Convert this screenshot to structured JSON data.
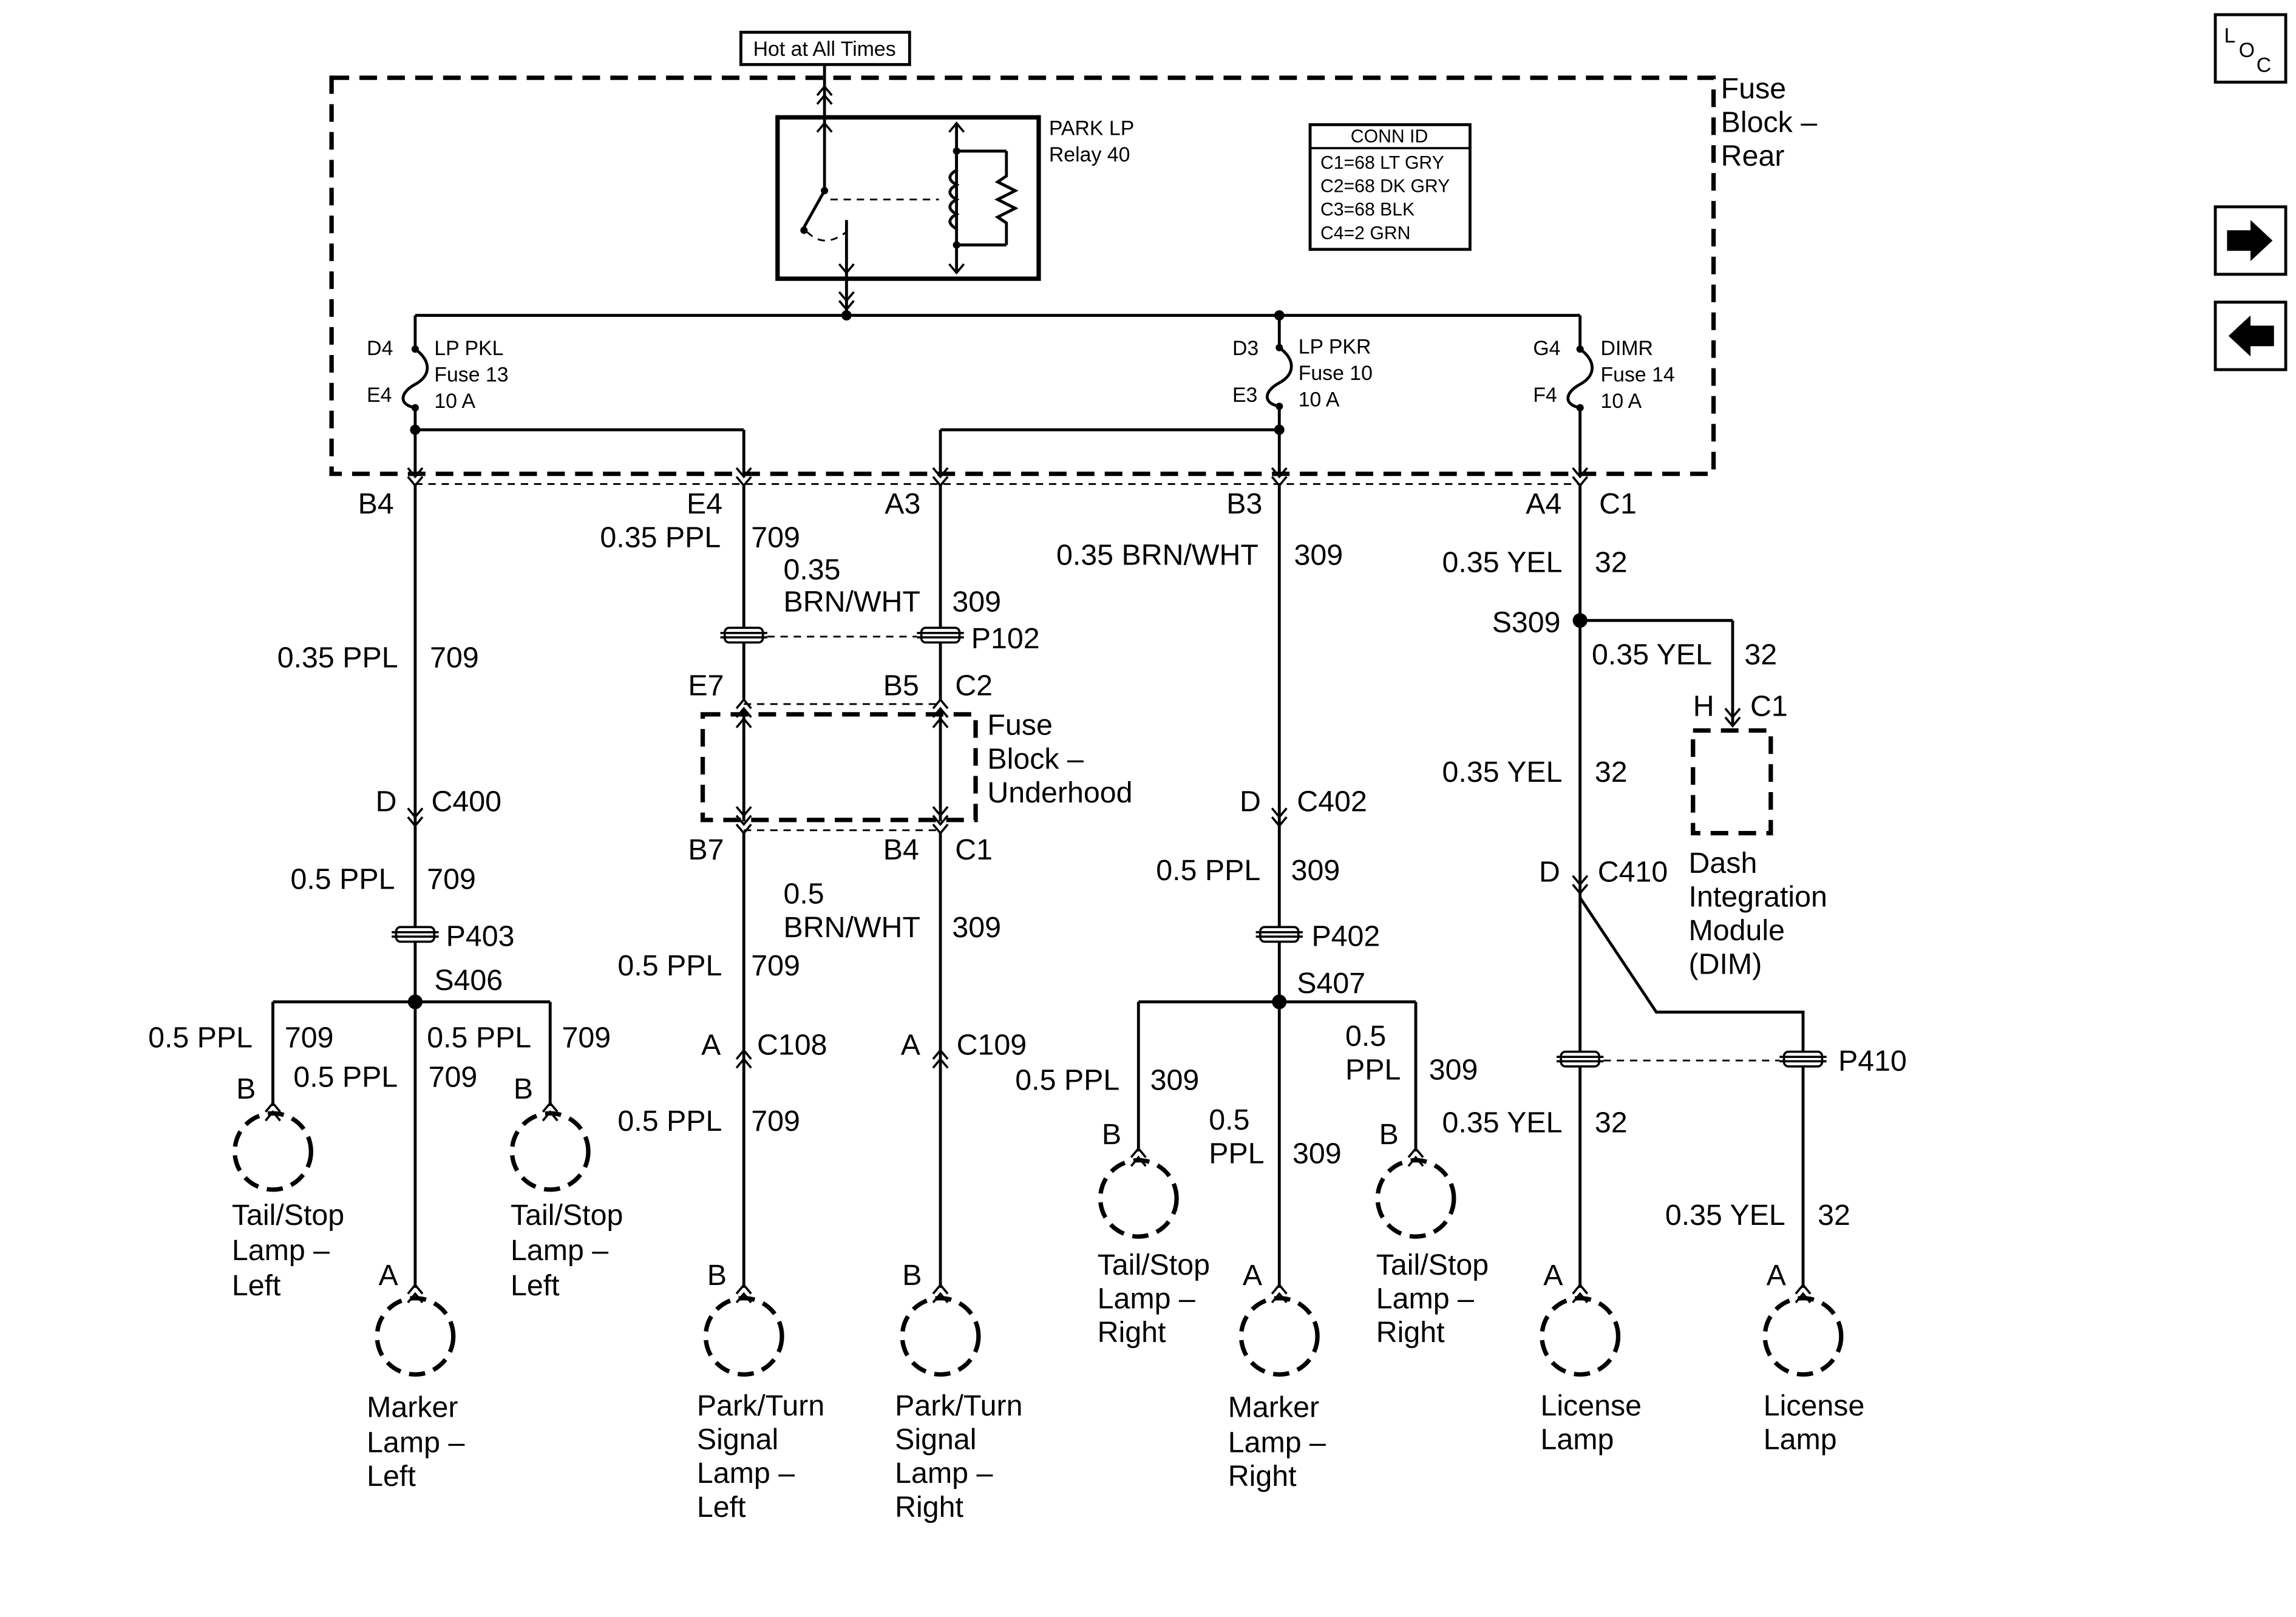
{
  "supply": {
    "label": "Hot at All Times"
  },
  "fuse_block_rear": {
    "lines": [
      "Fuse",
      "Block –",
      "Rear"
    ]
  },
  "relay": {
    "lines": [
      "PARK LP",
      "Relay 40"
    ]
  },
  "conn_id": {
    "header": "CONN ID",
    "rows": [
      "C1=68 LT GRY",
      "C2=68 DK GRY",
      "C3=68 BLK",
      "C4=2 GRN"
    ]
  },
  "fuses": [
    {
      "top_pin": "D4",
      "bottom_pin": "E4",
      "lines": [
        "LP PKL",
        "Fuse 13",
        "10 A"
      ]
    },
    {
      "top_pin": "D3",
      "bottom_pin": "E3",
      "lines": [
        "LP PKR",
        "Fuse 10",
        "10 A"
      ]
    },
    {
      "top_pin": "G4",
      "bottom_pin": "F4",
      "lines": [
        "DIMR",
        "Fuse 14",
        "10 A"
      ]
    }
  ],
  "rear_block_pins": [
    "B4",
    "E4",
    "A3",
    "B3",
    "A4",
    "C1"
  ],
  "fuse_block_underhood": {
    "lines": [
      "Fuse",
      "Block –",
      "Underhood"
    ],
    "top_pins": [
      "E7",
      "B5",
      "C2"
    ],
    "bottom_pins": [
      "B7",
      "B4",
      "C1"
    ]
  },
  "wires": {
    "w709_a": [
      "0.35 PPL",
      "709"
    ],
    "w709_b": [
      "0.35 PPL",
      "709"
    ],
    "w309_a": [
      "0.35",
      "BRN/WHT",
      "309"
    ],
    "w309_b": [
      "0.35 BRN/WHT",
      "309"
    ],
    "w32_a": [
      "0.35 YEL",
      "32"
    ],
    "w32_b": [
      "0.35 YEL",
      "32"
    ],
    "w32_c": [
      "0.35 YEL",
      "32"
    ],
    "w709_c": [
      "0.5 PPL",
      "709"
    ],
    "w709_d": [
      "0.5 PPL",
      "709"
    ],
    "w309_c": [
      "0.5",
      "BRN/WHT",
      "309"
    ],
    "w709_e": [
      "0.5 PPL",
      "709"
    ],
    "w309_d": [
      "0.5 PPL",
      "309"
    ],
    "br709_l": [
      "0.5 PPL",
      "709"
    ],
    "br709_m": [
      "0.5 PPL",
      "709"
    ],
    "br709_r": [
      "0.5 PPL",
      "709"
    ],
    "br309_l": [
      "0.5 PPL",
      "309"
    ],
    "br309_m": [
      "0.5",
      "PPL",
      "309"
    ],
    "br309_r": [
      "0.5",
      "PPL",
      "309"
    ],
    "w32_d": [
      "0.35 YEL",
      "32"
    ],
    "w32_e": [
      "0.35 YEL",
      "32"
    ]
  },
  "connectors": {
    "p102": "P102",
    "c400_pin": "D",
    "c400": "C400",
    "p403": "P403",
    "s406": "S406",
    "c108_pin": "A",
    "c108": "C108",
    "c109_pin": "A",
    "c109": "C109",
    "c402_pin": "D",
    "c402": "C402",
    "p402": "P402",
    "s407": "S407",
    "s309": "S309",
    "dim_pin": "H",
    "dim_conn": "C1",
    "c410_pin": "D",
    "c410": "C410",
    "p410": "P410"
  },
  "dim": {
    "lines": [
      "Dash",
      "Integration",
      "Module",
      "(DIM)"
    ]
  },
  "lamps": [
    {
      "pin": "B",
      "lines": [
        "Tail/Stop",
        "Lamp –",
        "Left"
      ]
    },
    {
      "pin": "A",
      "lines": [
        "Marker",
        "Lamp –",
        "Left"
      ]
    },
    {
      "pin": "B",
      "lines": [
        "Tail/Stop",
        "Lamp –",
        "Left"
      ]
    },
    {
      "pin": "B",
      "lines": [
        "Park/Turn",
        "Signal",
        "Lamp –",
        "Left"
      ]
    },
    {
      "pin": "B",
      "lines": [
        "Park/Turn",
        "Signal",
        "Lamp –",
        "Right"
      ]
    },
    {
      "pin": "B",
      "lines": [
        "Tail/Stop",
        "Lamp –",
        "Right"
      ]
    },
    {
      "pin": "A",
      "lines": [
        "Marker",
        "Lamp –",
        "Right"
      ]
    },
    {
      "pin": "B",
      "lines": [
        "Tail/Stop",
        "Lamp –",
        "Right"
      ]
    },
    {
      "pin": "A",
      "lines": [
        "License",
        "Lamp"
      ]
    },
    {
      "pin": "A",
      "lines": [
        "License",
        "Lamp"
      ]
    }
  ],
  "nav": {
    "loc_letters": [
      "L",
      "O",
      "C"
    ],
    "next_icon": "arrow-right-icon",
    "prev_icon": "arrow-left-icon"
  }
}
